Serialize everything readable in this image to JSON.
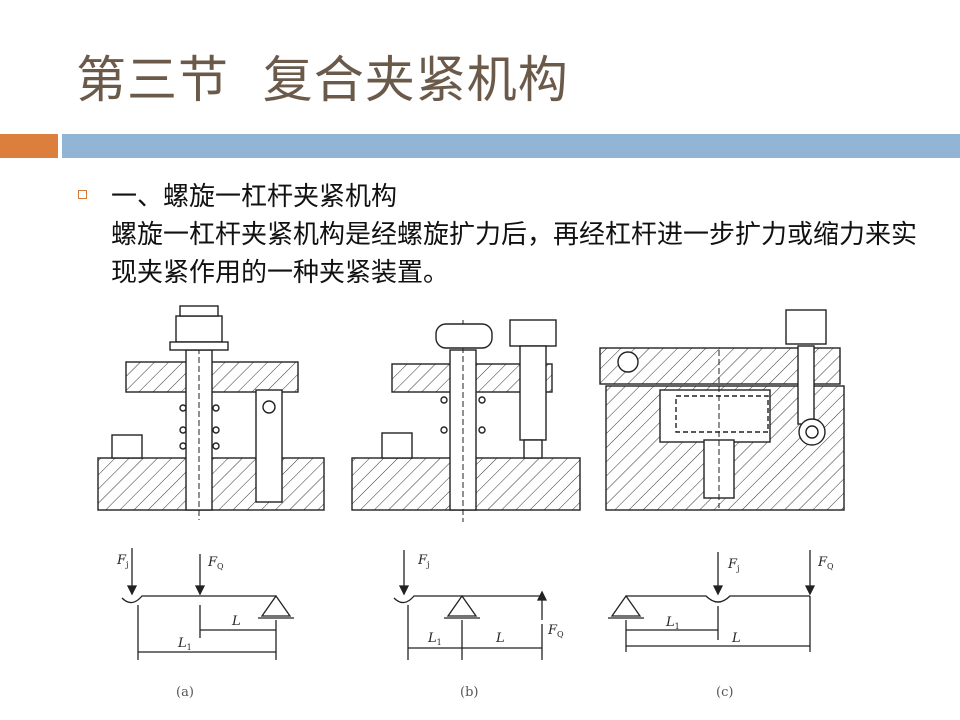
{
  "slide": {
    "title": "第三节  复合夹紧机构",
    "heading": "一、螺旋一杠杆夹紧机构",
    "paragraph": "螺旋一杠杆夹紧机构是经螺旋扩力后，再经杠杆进一步扩力或缩力来实现夹紧作用的一种夹紧装置。"
  },
  "figure": {
    "captions": [
      "(a)",
      "(b)",
      "(c)"
    ],
    "labels": {
      "Fj": "F",
      "Fj_sub": "j",
      "FQ": "F",
      "FQ_sub": "Q",
      "L": "L",
      "L1": "L",
      "L1_sub": "1"
    }
  },
  "colors": {
    "title": "#6b5a4a",
    "accent_orange": "#dd7f3c",
    "accent_blue": "#93b5d5"
  }
}
